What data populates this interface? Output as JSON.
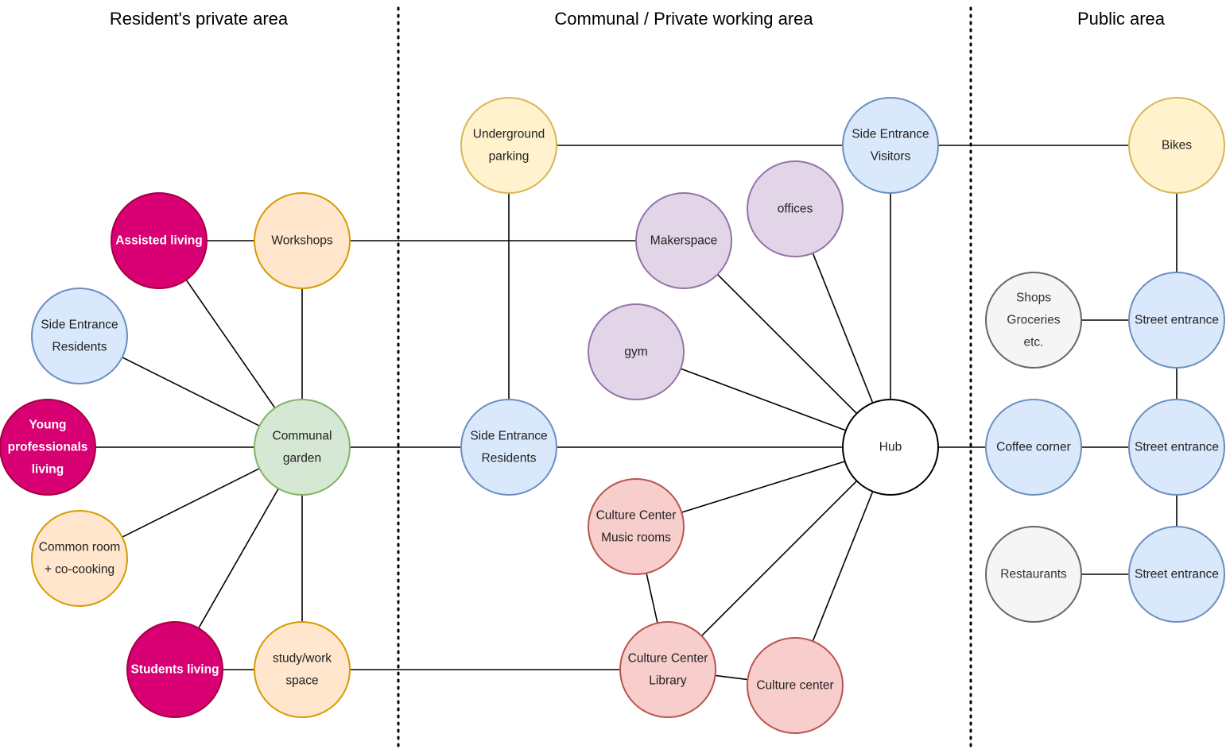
{
  "zones": [
    {
      "id": "private",
      "title": "Resident's private area"
    },
    {
      "id": "communal",
      "title": "Communal  / Private working area"
    },
    {
      "id": "public",
      "title": "Public area"
    }
  ],
  "styles": {
    "magenta": {
      "fill": "#d80073",
      "stroke": "#a50040",
      "text": "#ffffff",
      "bold": true
    },
    "peach": {
      "fill": "#ffe6cc",
      "stroke": "#d79b00",
      "text": "#222222"
    },
    "blue": {
      "fill": "#dae8fc",
      "stroke": "#6c8ebf",
      "text": "#222222"
    },
    "green": {
      "fill": "#d5e8d4",
      "stroke": "#82b366",
      "text": "#222222"
    },
    "yellow": {
      "fill": "#fff2cc",
      "stroke": "#d6b656",
      "text": "#222222"
    },
    "purple": {
      "fill": "#e1d5e7",
      "stroke": "#9673a6",
      "text": "#222222"
    },
    "red": {
      "fill": "#f8cecc",
      "stroke": "#b85450",
      "text": "#222222"
    },
    "white": {
      "fill": "#ffffff",
      "stroke": "#000000",
      "text": "#222222"
    },
    "gray": {
      "fill": "#f5f5f5",
      "stroke": "#666666",
      "text": "#333333"
    }
  },
  "nodes": [
    {
      "id": "assisted",
      "lines": [
        "Assisted living"
      ],
      "style": "magenta"
    },
    {
      "id": "workshops",
      "lines": [
        "Workshops"
      ],
      "style": "peach"
    },
    {
      "id": "side-res-left",
      "lines": [
        "Side Entrance",
        "Residents"
      ],
      "style": "blue"
    },
    {
      "id": "young",
      "lines": [
        "Young",
        "professionals",
        "living"
      ],
      "style": "magenta"
    },
    {
      "id": "communal-garden",
      "lines": [
        "Communal",
        "garden"
      ],
      "style": "green"
    },
    {
      "id": "common-room",
      "lines": [
        "Common room",
        "+ co-cooking"
      ],
      "style": "peach"
    },
    {
      "id": "students",
      "lines": [
        "Students living"
      ],
      "style": "magenta"
    },
    {
      "id": "study",
      "lines": [
        "study/work",
        "space"
      ],
      "style": "peach"
    },
    {
      "id": "underground",
      "lines": [
        "Underground",
        "parking"
      ],
      "style": "yellow"
    },
    {
      "id": "makerspace",
      "lines": [
        "Makerspace"
      ],
      "style": "purple"
    },
    {
      "id": "offices",
      "lines": [
        "offices"
      ],
      "style": "purple"
    },
    {
      "id": "gym",
      "lines": [
        "gym"
      ],
      "style": "purple"
    },
    {
      "id": "side-res-mid",
      "lines": [
        "Side Entrance",
        "Residents"
      ],
      "style": "blue"
    },
    {
      "id": "side-visitors",
      "lines": [
        "Side Entrance",
        "Visitors"
      ],
      "style": "blue"
    },
    {
      "id": "hub",
      "lines": [
        "Hub"
      ],
      "style": "white"
    },
    {
      "id": "music",
      "lines": [
        "Culture Center",
        "Music rooms"
      ],
      "style": "red"
    },
    {
      "id": "library",
      "lines": [
        "Culture Center",
        "Library"
      ],
      "style": "red"
    },
    {
      "id": "culture",
      "lines": [
        "Culture center"
      ],
      "style": "red"
    },
    {
      "id": "bikes",
      "lines": [
        "Bikes"
      ],
      "style": "yellow"
    },
    {
      "id": "shops",
      "lines": [
        "Shops",
        "Groceries",
        "etc."
      ],
      "style": "gray"
    },
    {
      "id": "street1",
      "lines": [
        "Street entrance"
      ],
      "style": "blue"
    },
    {
      "id": "coffee",
      "lines": [
        "Coffee corner"
      ],
      "style": "blue"
    },
    {
      "id": "street2",
      "lines": [
        "Street entrance"
      ],
      "style": "blue"
    },
    {
      "id": "restaurants",
      "lines": [
        "Restaurants"
      ],
      "style": "gray"
    },
    {
      "id": "street3",
      "lines": [
        "Street entrance"
      ],
      "style": "blue"
    }
  ],
  "edges": [
    [
      "assisted",
      "workshops"
    ],
    [
      "workshops",
      "makerspace"
    ],
    [
      "underground",
      "side-visitors"
    ],
    [
      "side-visitors",
      "bikes"
    ],
    [
      "assisted",
      "communal-garden"
    ],
    [
      "workshops",
      "communal-garden"
    ],
    [
      "side-res-left",
      "communal-garden"
    ],
    [
      "young",
      "communal-garden"
    ],
    [
      "common-room",
      "communal-garden"
    ],
    [
      "students",
      "communal-garden"
    ],
    [
      "study",
      "communal-garden"
    ],
    [
      "students",
      "study"
    ],
    [
      "study",
      "library"
    ],
    [
      "communal-garden",
      "side-res-mid"
    ],
    [
      "underground",
      "side-res-mid"
    ],
    [
      "side-res-mid",
      "hub"
    ],
    [
      "makerspace",
      "hub"
    ],
    [
      "offices",
      "hub"
    ],
    [
      "gym",
      "hub"
    ],
    [
      "side-visitors",
      "hub"
    ],
    [
      "hub",
      "coffee"
    ],
    [
      "hub",
      "music"
    ],
    [
      "hub",
      "library"
    ],
    [
      "hub",
      "culture"
    ],
    [
      "music",
      "library"
    ],
    [
      "library",
      "culture"
    ],
    [
      "bikes",
      "street1"
    ],
    [
      "shops",
      "street1"
    ],
    [
      "street1",
      "street2"
    ],
    [
      "coffee",
      "street2"
    ],
    [
      "street2",
      "street3"
    ],
    [
      "restaurants",
      "street3"
    ]
  ]
}
